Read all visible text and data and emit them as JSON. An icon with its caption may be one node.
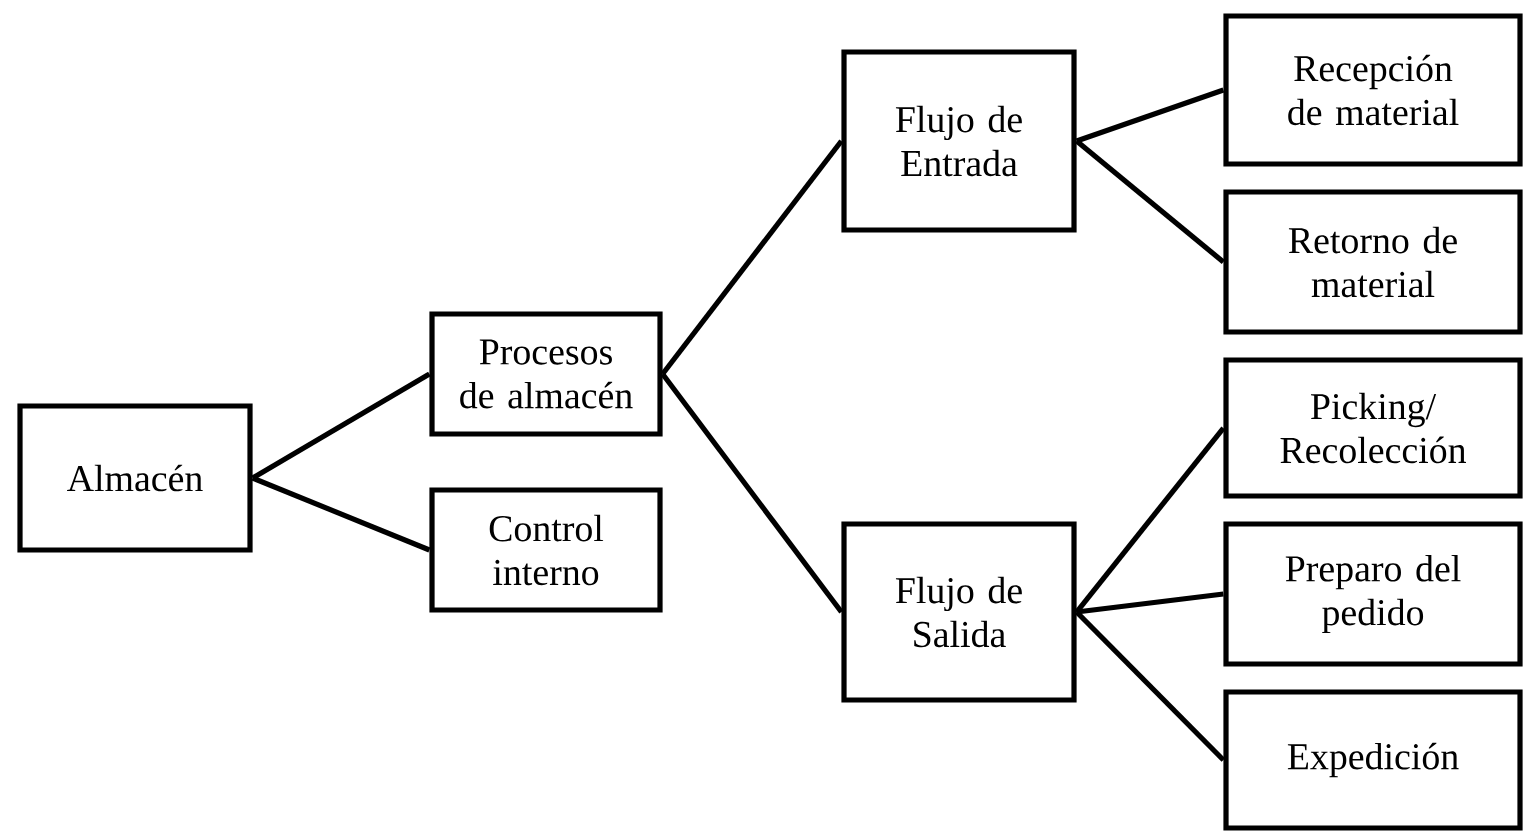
{
  "diagram": {
    "nodes": [
      {
        "text": [
          "Almacén"
        ]
      },
      {
        "text": [
          "Procesos de almacén"
        ]
      },
      {
        "text": [
          "Control interno"
        ]
      },
      {
        "text": [
          "Flujo de Entrada"
        ]
      },
      {
        "text": [
          "Flujo de Salida"
        ]
      },
      {
        "text": [
          "Recepción de material"
        ]
      },
      {
        "text": [
          "Retorno de material"
        ]
      },
      {
        "text": [
          "Picking/ Recolección"
        ]
      },
      {
        "text": [
          "Preparo del pedido"
        ]
      },
      {
        "text": [
          "Expedición"
        ]
      }
    ],
    "edges": [
      {
        "from": 0,
        "to": 1,
        "arrow": "none"
      },
      {
        "from": 0,
        "to": 2,
        "arrow": "none"
      },
      {
        "from": 1,
        "to": 3,
        "arrow": "none"
      },
      {
        "from": 1,
        "to": 4,
        "arrow": "none"
      },
      {
        "from": 3,
        "to": 5,
        "arrow": "none"
      },
      {
        "from": 3,
        "to": 6,
        "arrow": "none"
      },
      {
        "from": 4,
        "to": 7,
        "arrow": "none"
      },
      {
        "from": 4,
        "to": 8,
        "arrow": "none"
      },
      {
        "from": 4,
        "to": 9,
        "arrow": "none"
      }
    ]
  }
}
